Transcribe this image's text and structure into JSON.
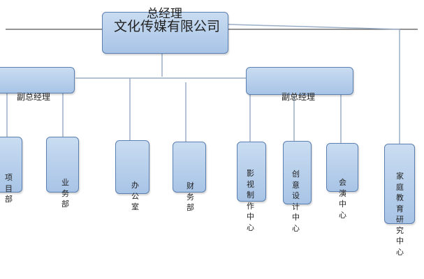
{
  "chart_data": {
    "type": "org-chart",
    "top": {
      "overlay_title": "总经理",
      "company": "文化传媒有限公司"
    },
    "vice_presidents": [
      {
        "label": "副总经理"
      },
      {
        "label": "副总经理"
      }
    ],
    "departments": [
      {
        "label": "项目部"
      },
      {
        "label": "业务部"
      },
      {
        "label": "办公室"
      },
      {
        "label": "财务部"
      },
      {
        "label": "影视制作中心"
      },
      {
        "label": "创意设计中心"
      },
      {
        "label": "会演中心"
      },
      {
        "label": "家庭教育研究中心"
      }
    ],
    "colors": {
      "box_fill": "#b7cfec",
      "box_border": "#5a7fb0",
      "connector": "#9aaec6",
      "header_line": "#555555"
    }
  }
}
